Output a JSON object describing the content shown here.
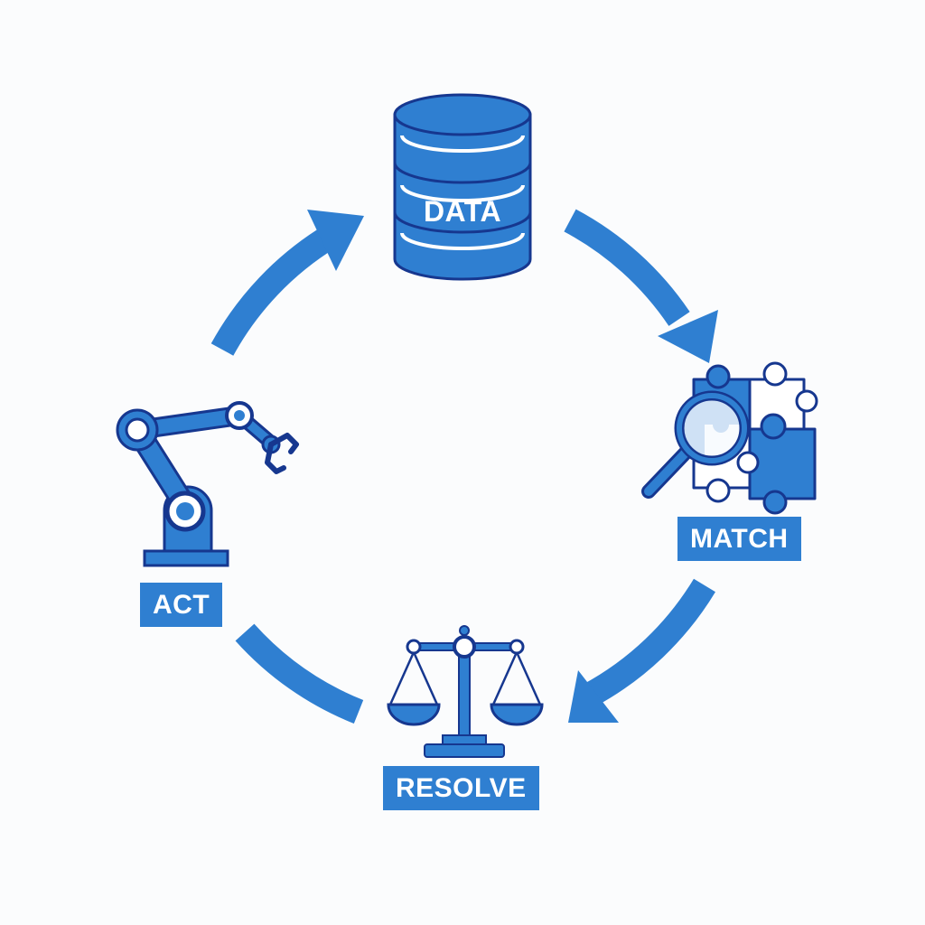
{
  "colors": {
    "accent": "#2f7fd1",
    "outline": "#16378f",
    "light": "#cfe1f5",
    "background": "#fbfcfd"
  },
  "nodes": {
    "data": {
      "label": "DATA",
      "icon": "database-icon"
    },
    "match": {
      "label": "MATCH",
      "icon": "puzzle-magnifier-icon"
    },
    "resolve": {
      "label": "RESOLVE",
      "icon": "scales-icon"
    },
    "act": {
      "label": "ACT",
      "icon": "robot-arm-icon"
    }
  }
}
